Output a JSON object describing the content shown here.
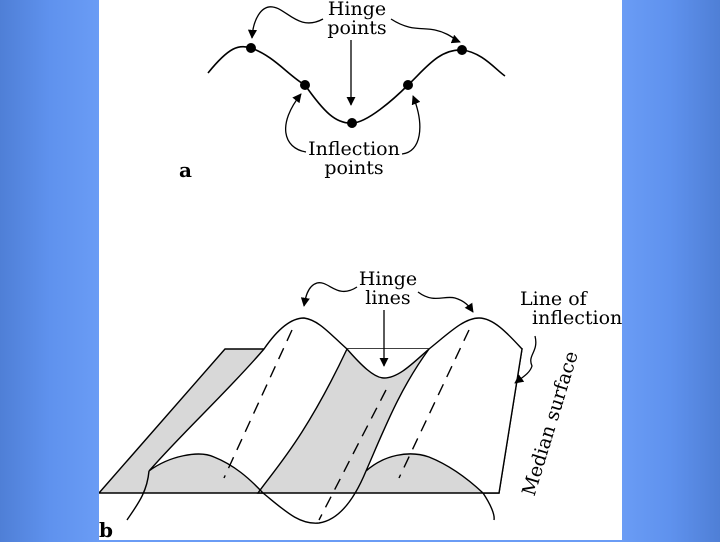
{
  "panel_a": {
    "label": "a",
    "hinge_label": {
      "line1": "Hinge",
      "line2": "points"
    },
    "inflection_label": {
      "line1": "Inflection",
      "line2": "points"
    }
  },
  "panel_b": {
    "label": "b",
    "hinge_label": {
      "line1": "Hinge",
      "line2": "lines"
    },
    "inflection_label": {
      "line1": "Line of",
      "line2": "inflection"
    },
    "surface_label": {
      "word1": "Median",
      "word2": "surface"
    }
  }
}
